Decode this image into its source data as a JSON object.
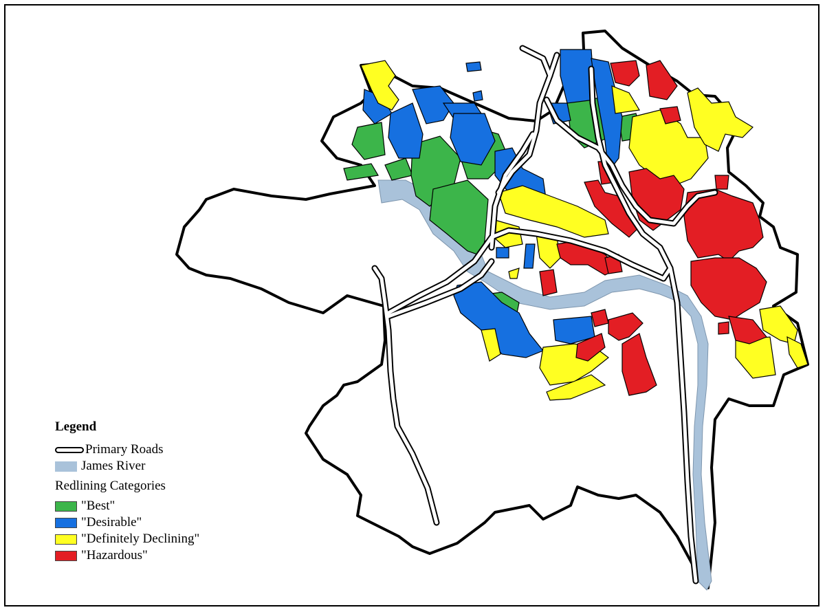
{
  "colors": {
    "best": "#3cb54a",
    "desirable": "#1670e0",
    "declining": "#ffff22",
    "hazardous": "#e31e24",
    "river": "#a9c2da",
    "boundary": "#000000"
  },
  "legend": {
    "title": "Legend",
    "roads_label": "Primary Roads",
    "river_label": "James River",
    "categories_title": "Redlining Categories",
    "categories": [
      {
        "key": "best",
        "label": "\"Best\""
      },
      {
        "key": "desirable",
        "label": "\"Desirable\""
      },
      {
        "key": "declining",
        "label": "\"Definitely Declining\""
      },
      {
        "key": "hazardous",
        "label": "\"Hazardous\""
      }
    ]
  }
}
